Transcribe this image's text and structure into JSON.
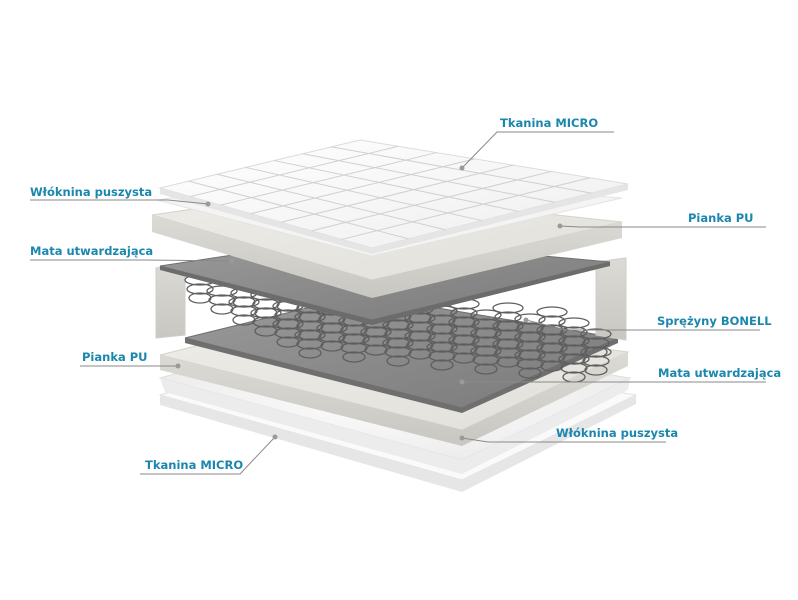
{
  "colors": {
    "label_text": "#1b87ae",
    "leader_line": "#8a8a8a",
    "leader_dot": "#9a9a9a",
    "fabric": "#f7f7f7",
    "foam": "#e6e4df",
    "felt": "#8c8c8c",
    "springs": "#6a6a6a",
    "fiber": "#f2f2f2"
  },
  "labels": {
    "top_fabric": "Tkanina MICRO",
    "top_fiber": "Włóknina puszysta",
    "top_foam": "Pianka PU",
    "top_mat": "Mata utwardzająca",
    "springs": "Sprężyny BONELL",
    "bottom_foam": "Pianka PU",
    "bottom_mat": "Mata utwardzająca",
    "bottom_fiber": "Włóknina puszysta",
    "bottom_fabric": "Tkanina MICRO"
  }
}
